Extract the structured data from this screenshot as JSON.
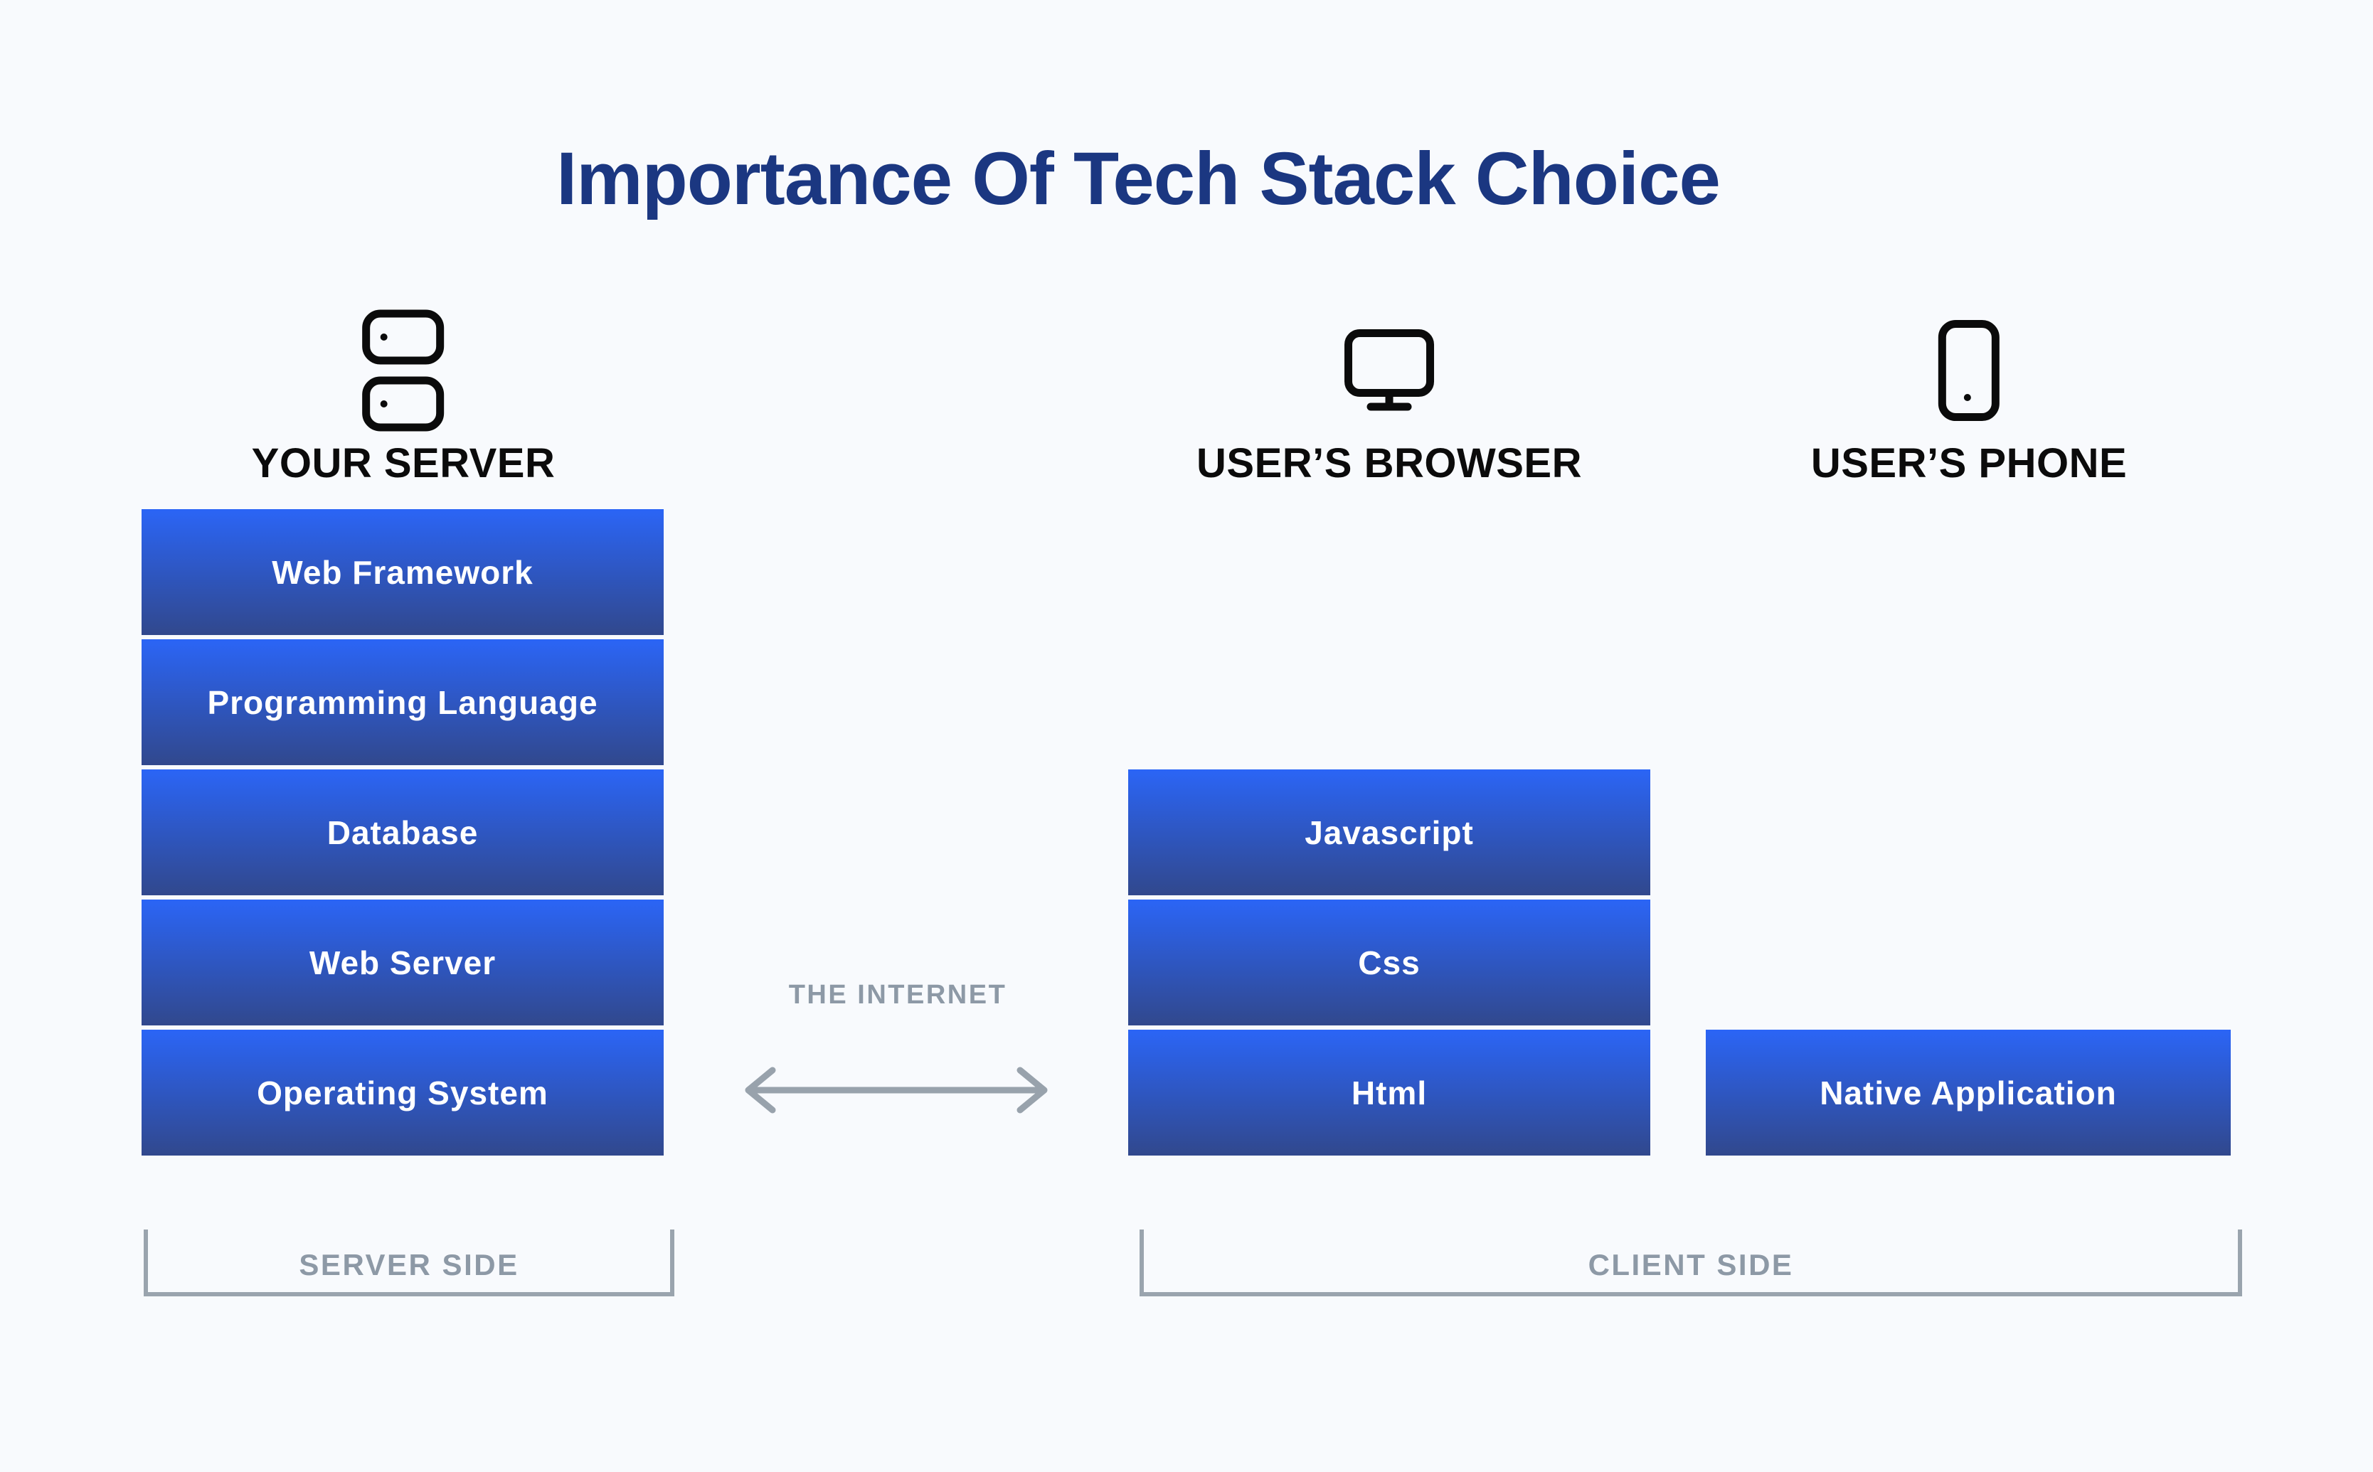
{
  "title": {
    "text": "Importance Of Tech Stack Choice"
  },
  "columns": {
    "server": {
      "label": "YOUR SERVER"
    },
    "browser": {
      "label": "USER’S BROWSER"
    },
    "phone": {
      "label": "USER’S PHONE"
    }
  },
  "stacks": {
    "server": {
      "items": [
        "Web Framework",
        "Programming Language",
        "Database",
        "Web Server",
        "Operating System"
      ]
    },
    "browser": {
      "items": [
        "Javascript",
        "Css",
        "Html"
      ]
    },
    "phone": {
      "items": [
        "Native Application"
      ]
    }
  },
  "connector": {
    "label": "THE INTERNET"
  },
  "groups": {
    "server_side": "SERVER SIDE",
    "client_side": "CLIENT SIDE"
  },
  "colors": {
    "page_bg": "#f8fafd",
    "title_color": "#1b3781",
    "box_gradient_top": "#2b65f6",
    "box_gradient_bottom": "#31488d",
    "box_text": "#ffffff",
    "muted": "#8d99a6",
    "line": "#9aa4ae",
    "icon": "#0b0b0b"
  }
}
